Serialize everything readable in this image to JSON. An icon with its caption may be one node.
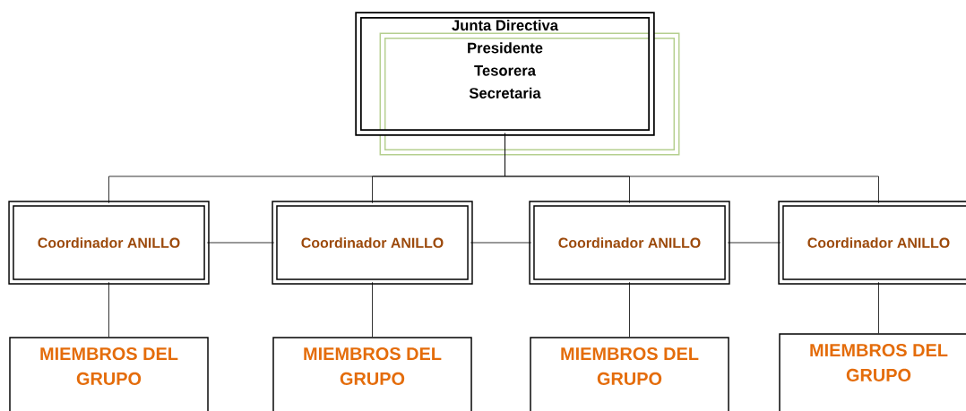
{
  "diagram": {
    "nodes": [
      {
        "text": [
          "Junta Directiva",
          "Presidente",
          "Tesorera",
          "Secretaria"
        ]
      },
      {
        "text": [
          "Coordinador ANILLO"
        ]
      },
      {
        "text": [
          "Coordinador ANILLO"
        ]
      },
      {
        "text": [
          "Coordinador ANILLO"
        ]
      },
      {
        "text": [
          "Coordinador ANILLO"
        ]
      },
      {
        "text": [
          "MIEMBROS DEL GRUPO"
        ]
      },
      {
        "text": [
          "MIEMBROS DEL GRUPO"
        ]
      },
      {
        "text": [
          "MIEMBROS DEL GRUPO"
        ]
      },
      {
        "text": [
          "MIEMBROS DEL GRUPO"
        ]
      }
    ],
    "edges": [
      {
        "from": 0,
        "to": 1,
        "arrow": "none"
      },
      {
        "from": 0,
        "to": 2,
        "arrow": "none"
      },
      {
        "from": 0,
        "to": 3,
        "arrow": "none"
      },
      {
        "from": 0,
        "to": 4,
        "arrow": "none"
      },
      {
        "from": 1,
        "to": 2,
        "arrow": "none"
      },
      {
        "from": 2,
        "to": 3,
        "arrow": "none"
      },
      {
        "from": 3,
        "to": 4,
        "arrow": "none"
      },
      {
        "from": 1,
        "to": 5,
        "arrow": "none"
      },
      {
        "from": 2,
        "to": 6,
        "arrow": "none"
      },
      {
        "from": 3,
        "to": 7,
        "arrow": "none"
      },
      {
        "from": 4,
        "to": 8,
        "arrow": "none"
      }
    ]
  }
}
